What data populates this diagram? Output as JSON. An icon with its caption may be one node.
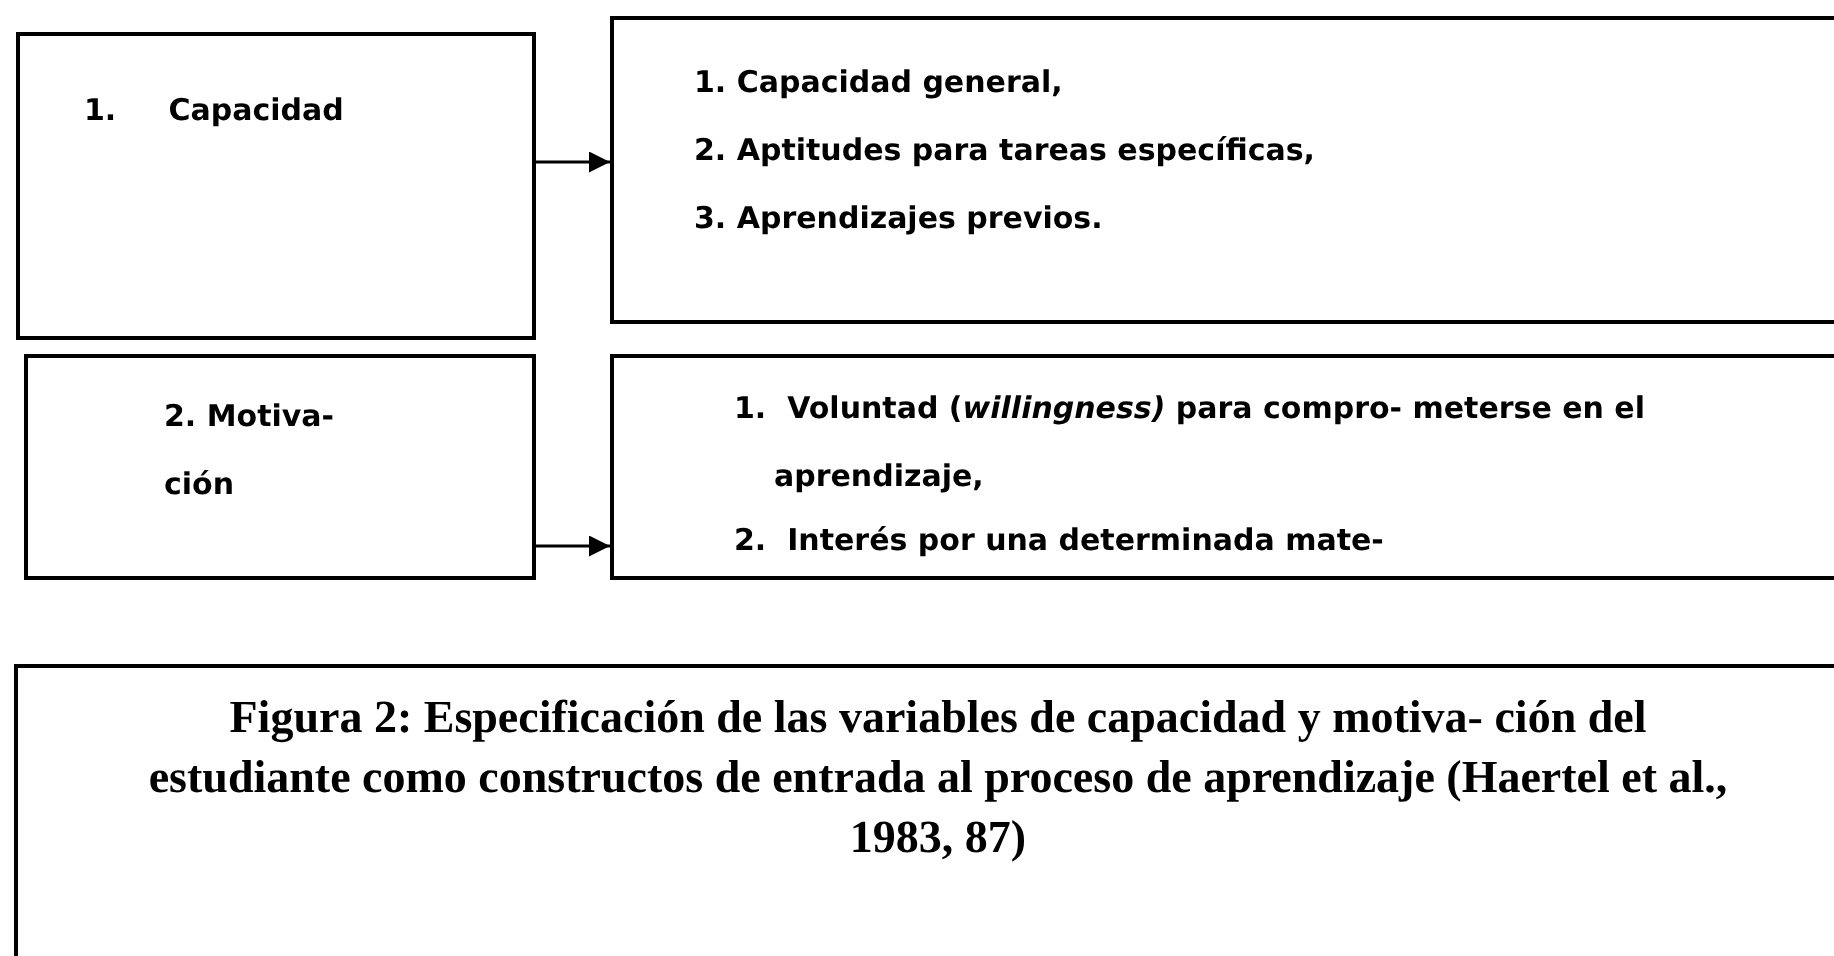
{
  "diagram": {
    "caption": "Figura 2: Especificación de las variables de capacidad y motiva- ción del estudiante como constructos de entrada al proceso de aprendizaje (Haertel et al., 1983, 87)",
    "nodes": [
      {
        "text": [
          "1.     Capacidad"
        ]
      },
      {
        "text": [
          "1. Capacidad general,",
          "2. Aptitudes para tareas específicas,",
          "3. Aprendizajes previos."
        ]
      },
      {
        "text": [
          "2. Motiva- ción"
        ]
      },
      {
        "text": [
          "1.  Voluntad (*willingness)* para compro- meterse en el aprendizaje,",
          "2.  Interés por una determinada mate-"
        ]
      }
    ],
    "edges": [
      {
        "from": 0,
        "to": 1,
        "arrow": "to"
      },
      {
        "from": 2,
        "to": 3,
        "arrow": "to"
      }
    ]
  }
}
